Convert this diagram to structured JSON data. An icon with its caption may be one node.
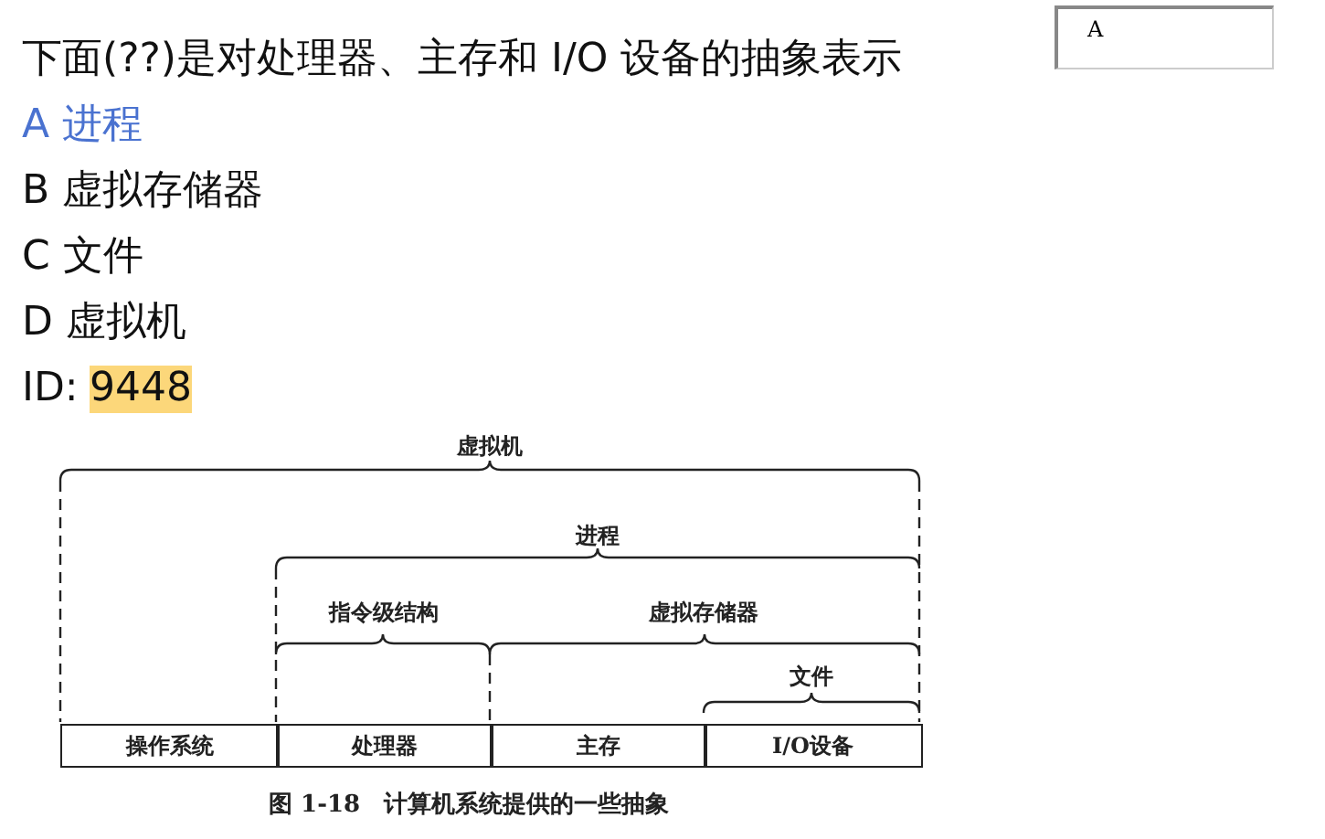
{
  "diagram": {
    "caption": "图 1-18　计算机系统提供的一些抽象",
    "nodes": [
      {
        "text": [
          "操作系统"
        ]
      },
      {
        "text": [
          "处理器"
        ]
      },
      {
        "text": [
          "主存"
        ]
      },
      {
        "text": [
          "I/O设备"
        ]
      }
    ],
    "labels": [
      "下面(??)是对处理器、主存和 I/O 设备的抽象表示",
      "A",
      "A 进程",
      "B 虚拟存储器",
      "C 文件",
      "D 虚拟机",
      "ID:",
      "9448",
      "虚拟机",
      "进程",
      "指令级结构",
      "虚拟存储器",
      "文件"
    ]
  }
}
